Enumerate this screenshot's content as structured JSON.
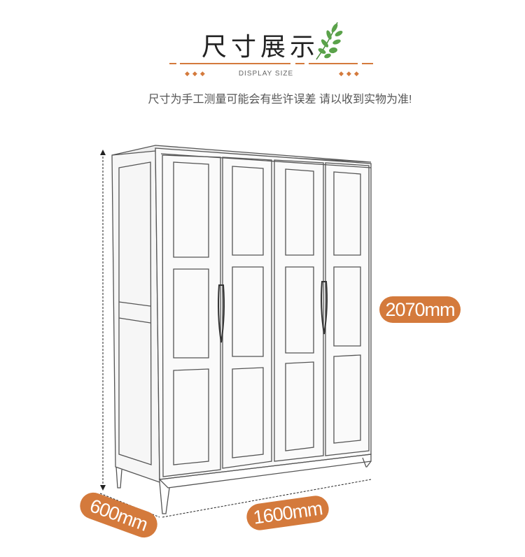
{
  "header": {
    "title": "尺寸展示",
    "subtitle": "DISPLAY SIZE",
    "note": "尺寸为手工测量可能会有些许误差 请以收到实物为准!"
  },
  "dimensions": {
    "height": "2070mm",
    "depth": "600mm",
    "width": "1600mm"
  },
  "colors": {
    "accent": "#d47a3c",
    "leaf": "#4a9a4a"
  }
}
